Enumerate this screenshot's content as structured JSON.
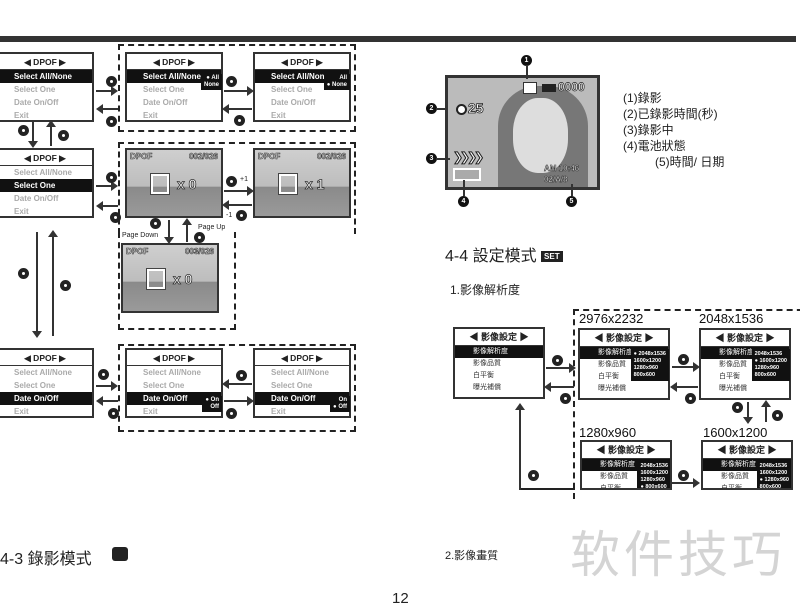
{
  "dpof_menus": [
    {
      "title": "◀ DPOF ▶",
      "items": [
        "Select All/None",
        "Select One",
        "Date On/Off",
        "Exit"
      ],
      "selected": 0,
      "popup": null
    },
    {
      "title": "◀ DPOF ▶",
      "items": [
        "Select All/None",
        "Select One",
        "Date On/Off",
        "Exit"
      ],
      "selected": 0,
      "popup": [
        "● All",
        "None"
      ]
    },
    {
      "title": "◀ DPOF ▶",
      "items": [
        "Select All/None",
        "Select One",
        "Date On/Off",
        "Exit"
      ],
      "selected": 0,
      "popup": [
        "All",
        "● None"
      ]
    },
    {
      "title": "◀ DPOF ▶",
      "items": [
        "Select All/None",
        "Select One",
        "Date On/Off",
        "Exit"
      ],
      "selected": 1,
      "popup": null
    },
    {
      "title": "◀ DPOF ▶",
      "items": [
        "Select All/None",
        "Select One",
        "Date On/Off",
        "Exit"
      ],
      "selected": 2,
      "popup": null
    },
    {
      "title": "◀ DPOF ▶",
      "items": [
        "Select All/None",
        "Select One",
        "Date On/Off",
        "Exit"
      ],
      "selected": 2,
      "popup": [
        "● On",
        "Off"
      ]
    },
    {
      "title": "◀ DPOF ▶",
      "items": [
        "Select All/None",
        "Select One",
        "Date On/Off",
        "Exit"
      ],
      "selected": 2,
      "popup": [
        "On",
        "● Off"
      ]
    }
  ],
  "photos": [
    {
      "tag": "DPOF",
      "counter": "002/026",
      "qty": "x 0"
    },
    {
      "tag": "DPOF",
      "counter": "002/026",
      "qty": "x 1"
    },
    {
      "tag": "DPOF",
      "counter": "003/026",
      "qty": "x 0"
    }
  ],
  "nav_labels": {
    "page_down": "Page Down",
    "page_up": "Page Up",
    "plus_one": "+1",
    "minus_one": "-1"
  },
  "video_screen": {
    "frame_count": "0000",
    "elapsed": "25",
    "time": "AM 10:46",
    "date": "02/A/8",
    "callouts": [
      "1",
      "2",
      "3",
      "4",
      "5"
    ]
  },
  "legend": [
    "(1)錄影",
    "(2)已錄影時間(秒)",
    "(3)錄影中",
    "(4)電池狀態",
    "(5)時間/ 日期"
  ],
  "section_44": {
    "title": "4-4 設定模式",
    "badge": "SET"
  },
  "subsection_1": "1.影像解析度",
  "subsection_2": "2.影像畫質",
  "section_43": {
    "title": "4-3 錄影模式"
  },
  "resolution_labels": [
    "2976x2232",
    "2048x1536",
    "1280x960",
    "1600x1200"
  ],
  "settings_menus": [
    {
      "title": "◀ 影像設定 ▶",
      "items": [
        "影像解析度",
        "影像品質",
        "白平衡",
        "曝光補償"
      ],
      "popup": null
    },
    {
      "title": "◀ 影像設定 ▶",
      "items": [
        "影像解析度",
        "影像品質",
        "白平衡",
        "曝光補償"
      ],
      "popup": [
        "● 2048x1536",
        "1600x1200",
        "1280x960",
        "800x600"
      ]
    },
    {
      "title": "◀ 影像設定 ▶",
      "items": [
        "影像解析度",
        "影像品質",
        "白平衡",
        "曝光補償"
      ],
      "popup": [
        "2048x1536",
        "● 1600x1200",
        "1280x960",
        "800x600"
      ]
    },
    {
      "title": "◀ 影像設定 ▶",
      "items": [
        "影像解析度",
        "影像品質",
        "白平衡",
        "曝光補償"
      ],
      "popup": [
        "2048x1536",
        "1600x1200",
        "1280x960",
        "● 800x600"
      ]
    },
    {
      "title": "◀ 影像設定 ▶",
      "items": [
        "影像解析度",
        "影像品質",
        "白平衡",
        "曝光補償"
      ],
      "popup": [
        "2048x1536",
        "1600x1200",
        "● 1280x960",
        "800x600"
      ]
    }
  ],
  "page_number": "12",
  "watermark": "软件技巧"
}
